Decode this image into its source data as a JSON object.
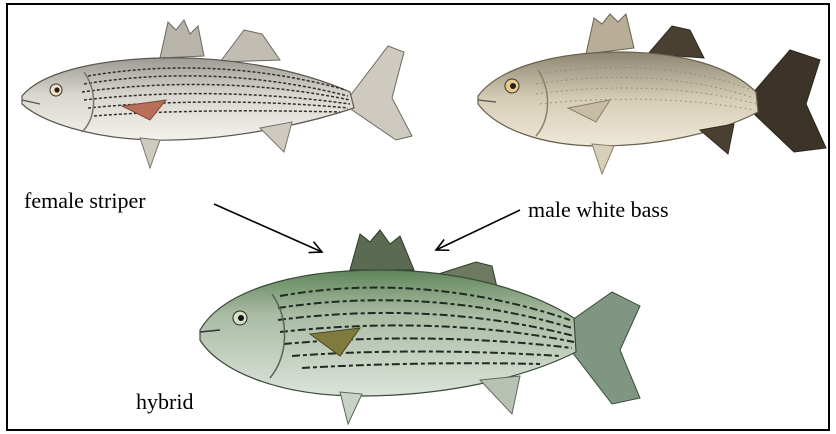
{
  "labels": {
    "female": "female striper",
    "male": "male white bass",
    "hybrid": "hybrid"
  },
  "colors": {
    "striper_body": "#e9e6df",
    "striper_stripe": "#3a3a3a",
    "whitebass_body": "#dcd3bd",
    "whitebass_tail": "#3c3428",
    "hybrid_back": "#7fa07a",
    "hybrid_body": "#c9d2c6",
    "hybrid_stripe": "#1f2a22"
  }
}
